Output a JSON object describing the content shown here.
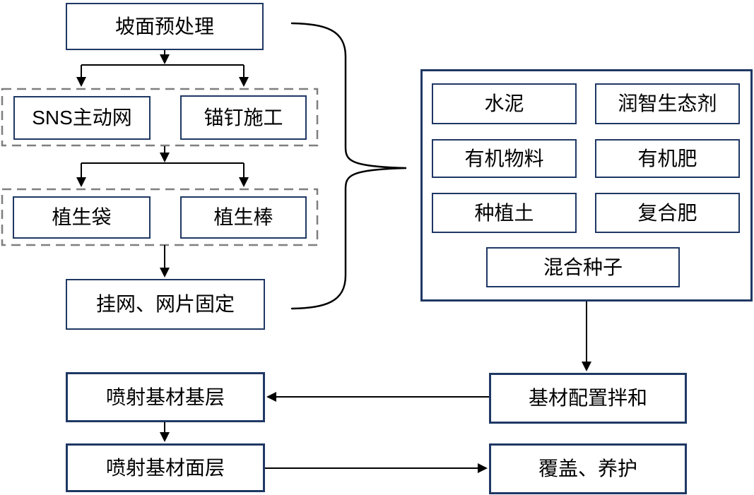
{
  "diagram": {
    "type": "flowchart",
    "language": "zh-CN",
    "colors": {
      "background": "#ffffff",
      "box_border": "#1f3864",
      "dashed_group_border": "#7f7f7f",
      "connector": "#000000",
      "text": "#000000"
    },
    "nodes": {
      "slope_pretreatment": "坡面预处理",
      "sns_active_net": "SNS主动网",
      "anchor_nail_construction": "锚钉施工",
      "vegetation_bag": "植生袋",
      "vegetation_stick": "植生棒",
      "hang_net_mesh_fixing": "挂网、网片固定",
      "cement": "水泥",
      "runzhi_ecological_agent": "润智生态剂",
      "organic_material": "有机物料",
      "organic_fertilizer": "有机肥",
      "planting_soil": "种植土",
      "compound_fertilizer": "复合肥",
      "mixed_seeds": "混合种子",
      "substrate_mix_blending": "基材配置拌和",
      "spray_substrate_base_layer": "喷射基材基层",
      "spray_substrate_surface_layer": "喷射基材面层",
      "cover_and_curing": "覆盖、养护"
    },
    "groups": [
      {
        "name": "dashed-group-1",
        "members": [
          "sns_active_net",
          "anchor_nail_construction"
        ]
      },
      {
        "name": "dashed-group-2",
        "members": [
          "vegetation_bag",
          "vegetation_stick"
        ]
      },
      {
        "name": "materials-box",
        "members": [
          "cement",
          "runzhi_ecological_agent",
          "organic_material",
          "organic_fertilizer",
          "planting_soil",
          "compound_fertilizer",
          "mixed_seeds"
        ]
      }
    ],
    "edges": [
      {
        "from": "slope_pretreatment",
        "to": "sns_active_net"
      },
      {
        "from": "slope_pretreatment",
        "to": "anchor_nail_construction"
      },
      {
        "from": "dashed-group-1",
        "to": "vegetation_bag"
      },
      {
        "from": "dashed-group-1",
        "to": "vegetation_stick"
      },
      {
        "from": "dashed-group-2",
        "to": "hang_net_mesh_fixing"
      },
      {
        "from": "materials-box",
        "to": "substrate_mix_blending"
      },
      {
        "from": "substrate_mix_blending",
        "to": "spray_substrate_base_layer"
      },
      {
        "from": "spray_substrate_base_layer",
        "to": "spray_substrate_surface_layer"
      },
      {
        "from": "spray_substrate_surface_layer",
        "to": "cover_and_curing"
      }
    ],
    "brace": {
      "shape": "right-curly-brace",
      "spans": [
        "slope_pretreatment",
        "hang_net_mesh_fixing"
      ],
      "points_to": "materials-box"
    }
  }
}
